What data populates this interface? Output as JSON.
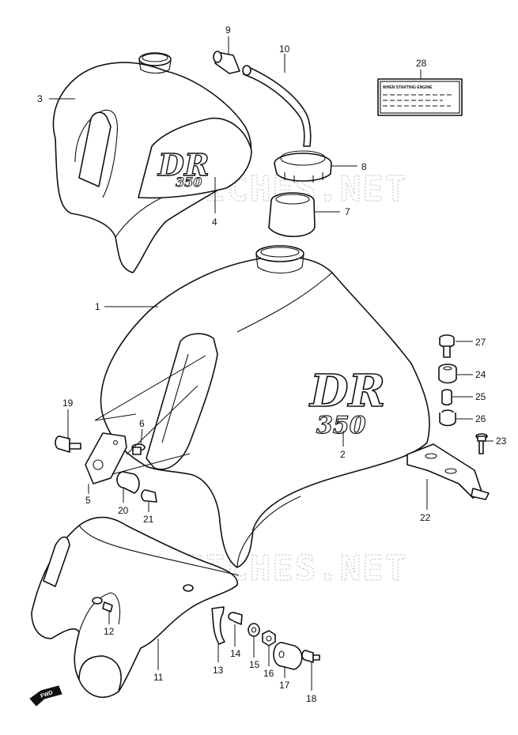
{
  "watermark": "MICROFICHES.NET",
  "label_sticker": {
    "heading": "WHEN STARTING ENGINE"
  },
  "tank_logo": {
    "model": "DR",
    "displacement": "350"
  },
  "fwd_arrow": "FWD",
  "callouts": {
    "1": "1",
    "2": "2",
    "3": "3",
    "4": "4",
    "5": "5",
    "6": "6",
    "7": "7",
    "8": "8",
    "9": "9",
    "10": "10",
    "11": "11",
    "12": "12",
    "13": "13",
    "14": "14",
    "15": "15",
    "16": "16",
    "17": "17",
    "18": "18",
    "19": "19",
    "20": "20",
    "21": "21",
    "22": "22",
    "23": "23",
    "24": "24",
    "25": "25",
    "26": "26",
    "27": "27",
    "28": "28"
  }
}
